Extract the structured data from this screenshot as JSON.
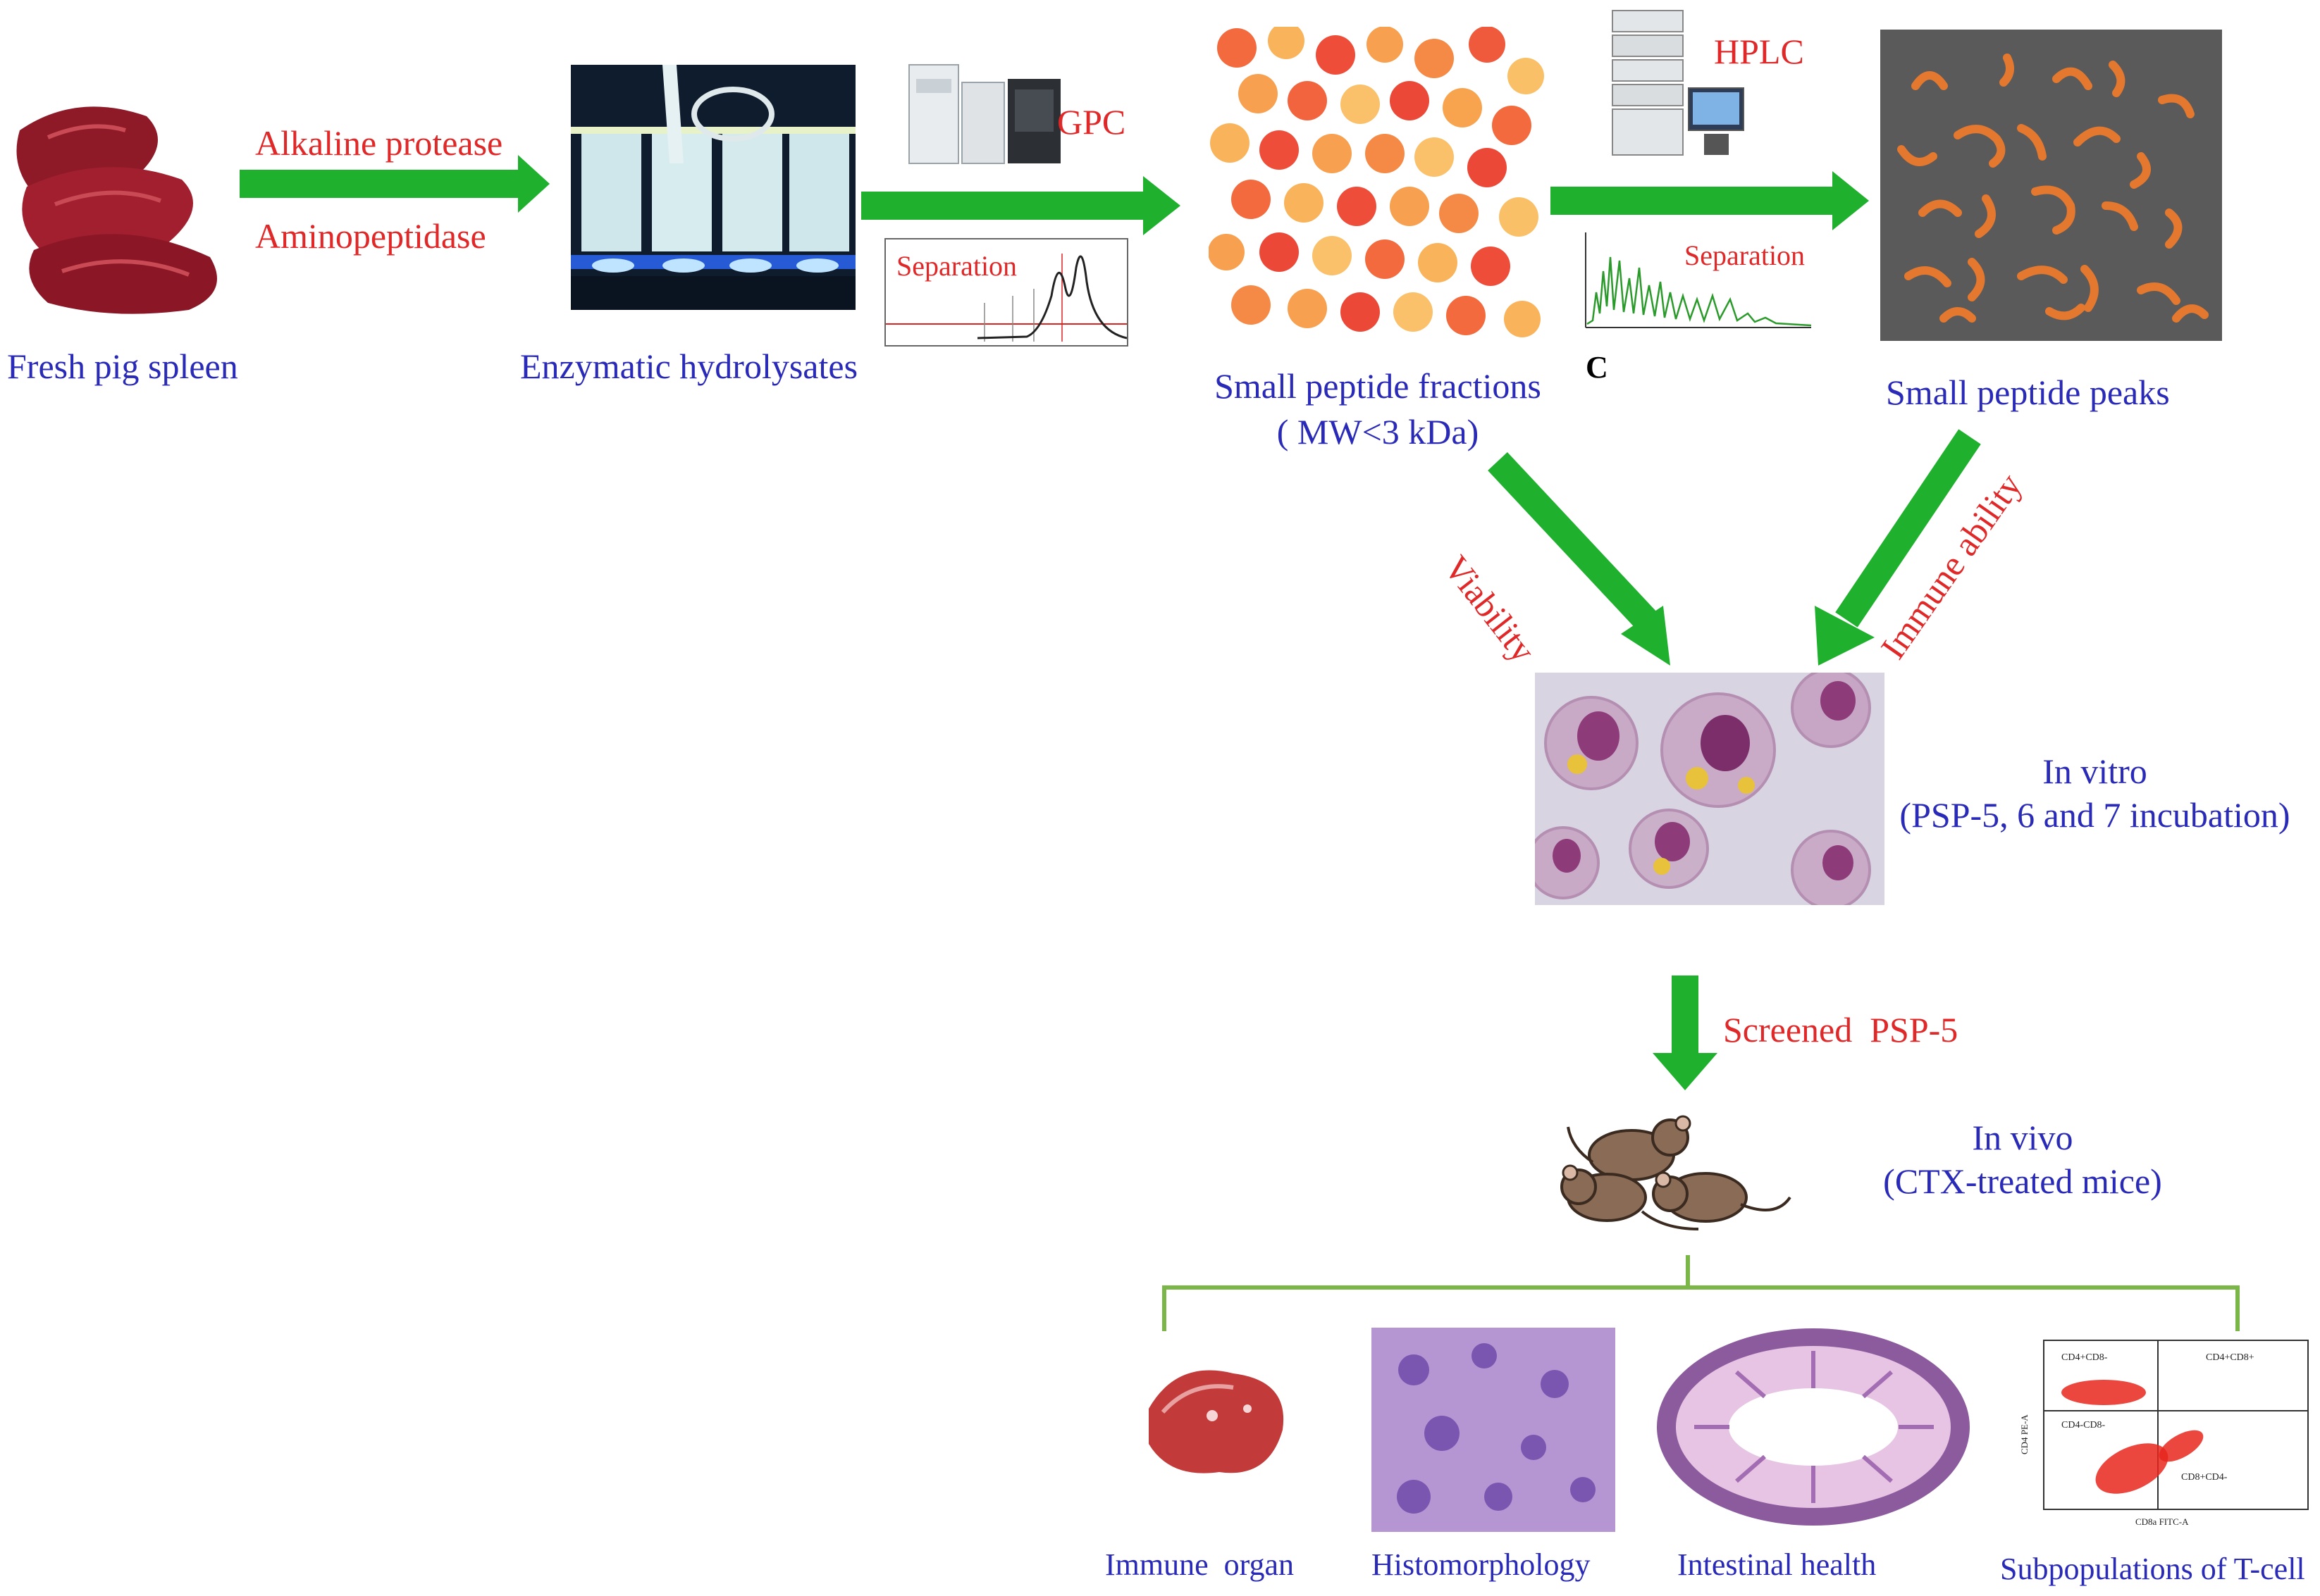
{
  "steps": {
    "fresh_spleen": "Fresh pig spleen",
    "hydrolysates": "Enzymatic hydrolysates",
    "fractions_line1": "Small peptide fractions",
    "fractions_line2": "( MW<3 kDa)",
    "peaks": "Small peptide peaks"
  },
  "enzymes": {
    "alkaline": "Alkaline protease",
    "amino": "Aminopeptidase"
  },
  "instruments": {
    "gpc": "GPC",
    "hplc": "HPLC",
    "separation_gpc": "Separation",
    "separation_hplc": "Separation",
    "panel_letter": "C"
  },
  "assays": {
    "viability": "Viability",
    "immune_ability": "Immune ability"
  },
  "in_vitro": {
    "title": "In vitro",
    "subtitle": "(PSP-5, 6 and 7 incubation)"
  },
  "screen": "Screened  PSP-5",
  "in_vivo": {
    "title": "In vivo",
    "subtitle": "(CTX-treated mice)"
  },
  "outcomes": [
    "Immune  organ",
    "Histomorphology",
    "Intestinal health",
    "Subpopulations of T-cell"
  ],
  "flow": {
    "q1": "CD4+CD8-",
    "q2": "CD4+CD8+",
    "q3": "CD4-CD8-",
    "q4": "CD8+CD4-",
    "ylabel": "CD4 PE-A",
    "xlabel": "CD8a FITC-A"
  },
  "colors": {
    "arrow": "#1fb02d",
    "label_blue": "#2a2ab8",
    "label_red": "#e02828",
    "bracket": "#7ab648"
  }
}
